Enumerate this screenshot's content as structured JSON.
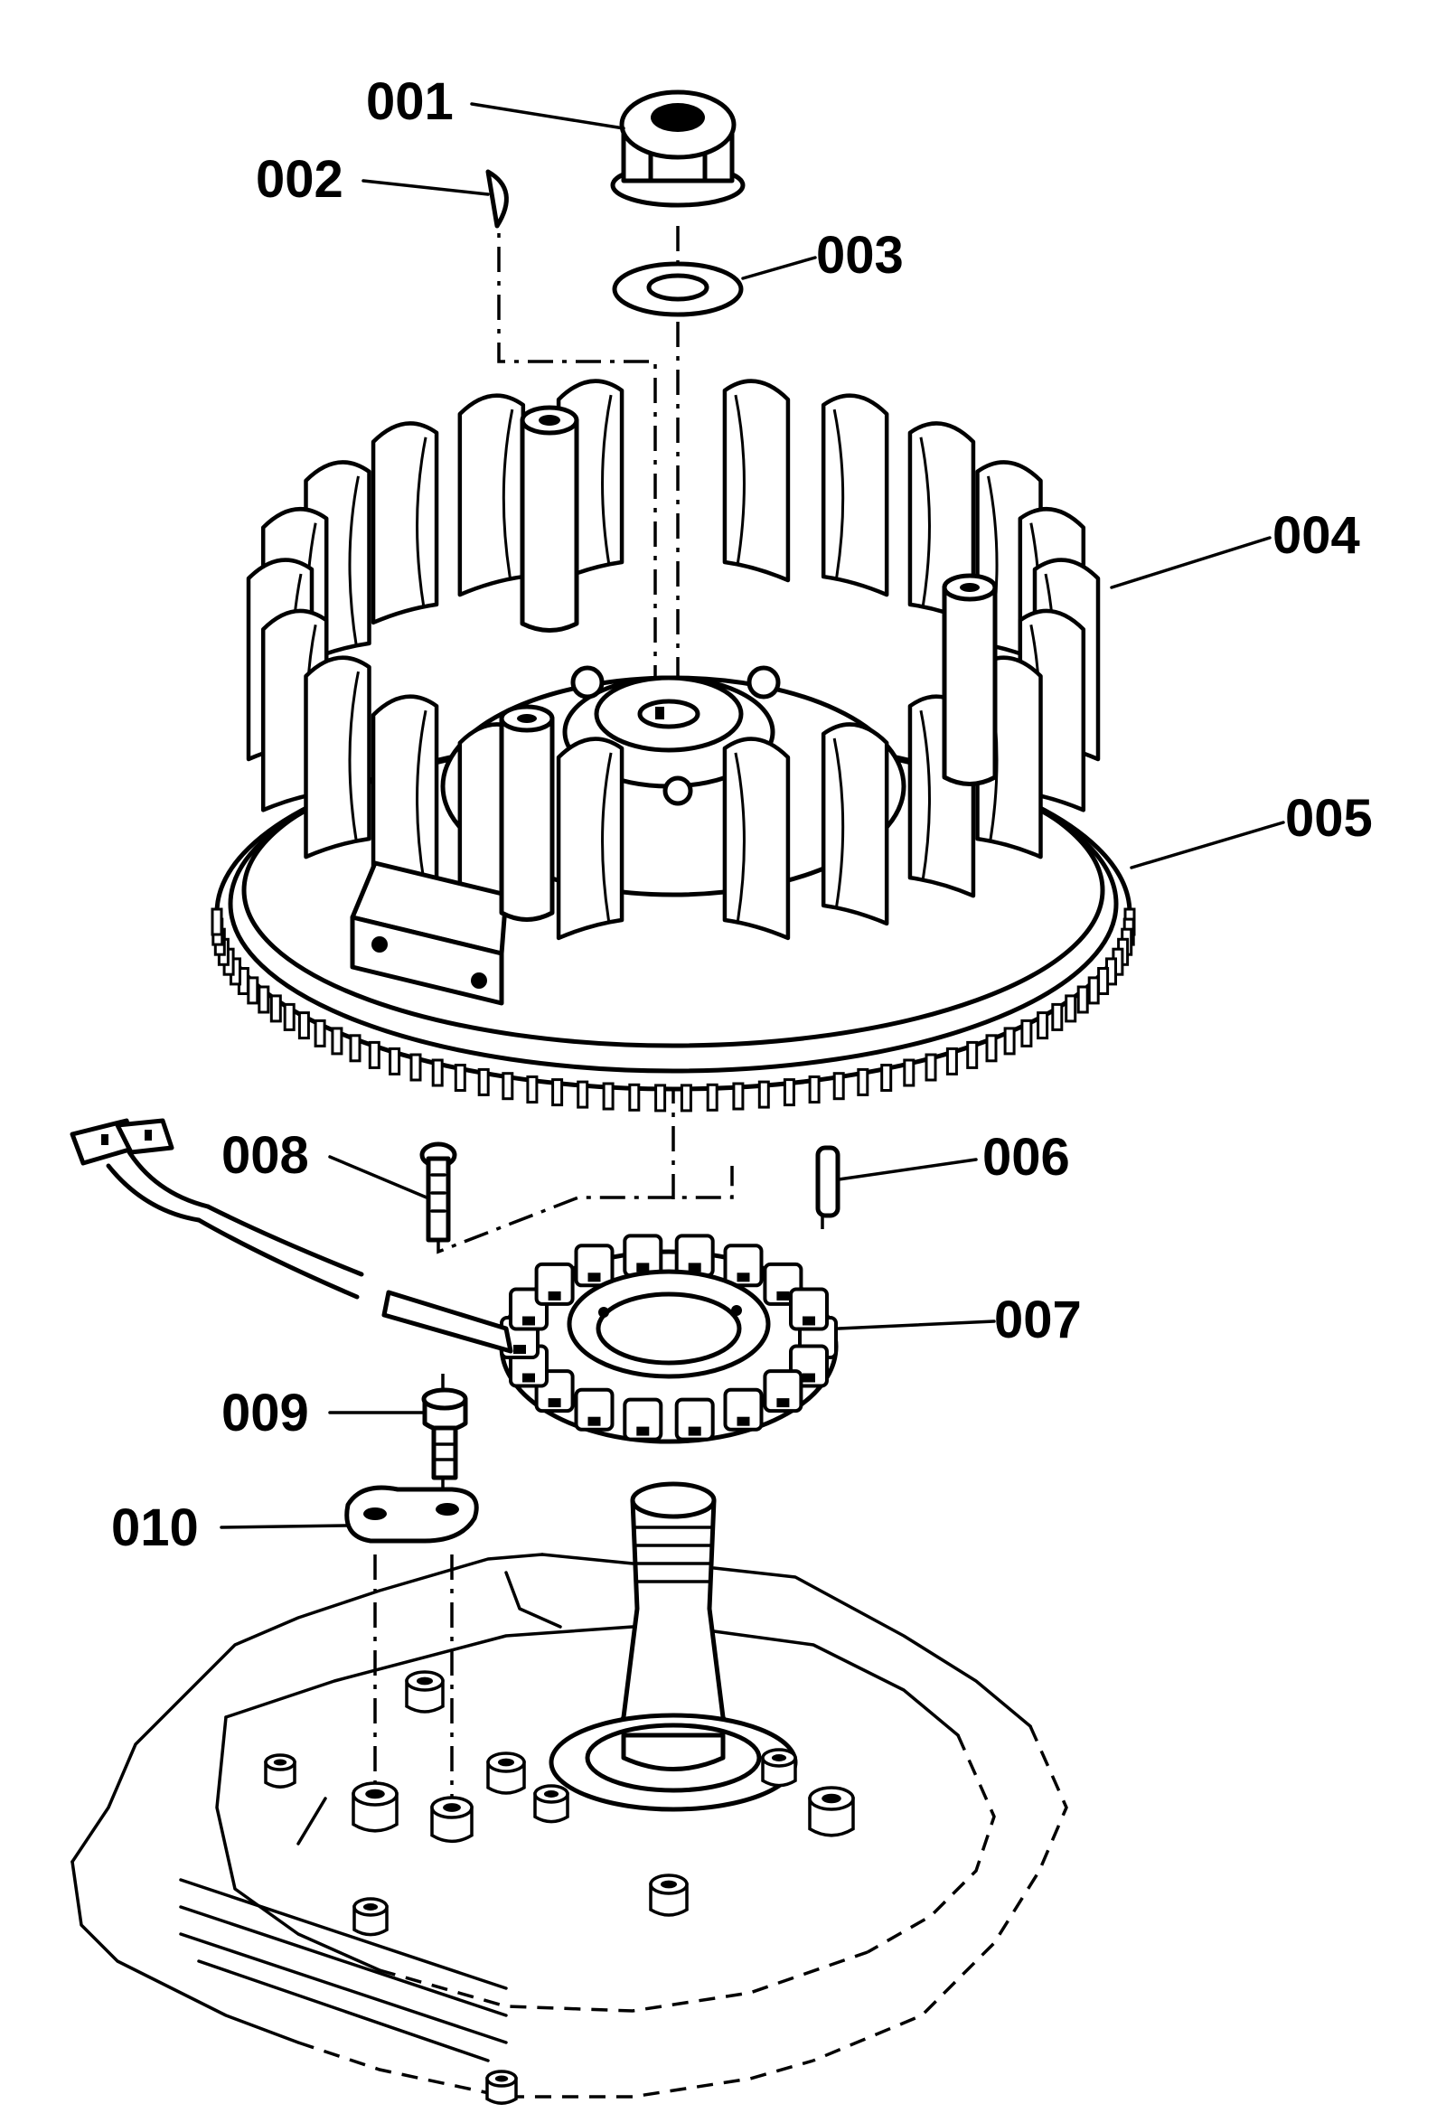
{
  "parts": [
    {
      "id": "001",
      "label": "001"
    },
    {
      "id": "002",
      "label": "002"
    },
    {
      "id": "003",
      "label": "003"
    },
    {
      "id": "004",
      "label": "004"
    },
    {
      "id": "005",
      "label": "005"
    },
    {
      "id": "006",
      "label": "006"
    },
    {
      "id": "007",
      "label": "007"
    },
    {
      "id": "008",
      "label": "008"
    },
    {
      "id": "009",
      "label": "009"
    },
    {
      "id": "010",
      "label": "010"
    }
  ]
}
